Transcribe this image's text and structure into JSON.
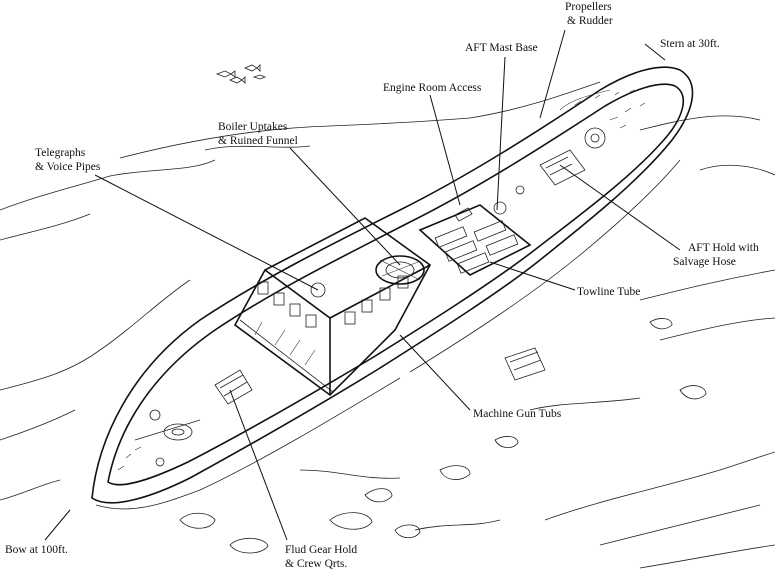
{
  "diagram": {
    "labels": {
      "propellers": [
        "Propellers",
        "& Rudder"
      ],
      "aft_mast": "AFT Mast Base",
      "stern": "Stern at 30ft.",
      "engine_room": "Engine Room Access",
      "boiler": [
        "Boiler Uptakes",
        "& Ruined Funnel"
      ],
      "telegraphs": [
        "Telegraphs",
        "& Voice Pipes"
      ],
      "aft_hold": [
        "AFT Hold with",
        "Salvage Hose"
      ],
      "towline": "Towline Tube",
      "machine_gun": "Machine Gun Tubs",
      "bow": "Bow at 100ft.",
      "fluid_gear": [
        "Flud Gear Hold",
        "& Crew Qrts."
      ]
    }
  }
}
